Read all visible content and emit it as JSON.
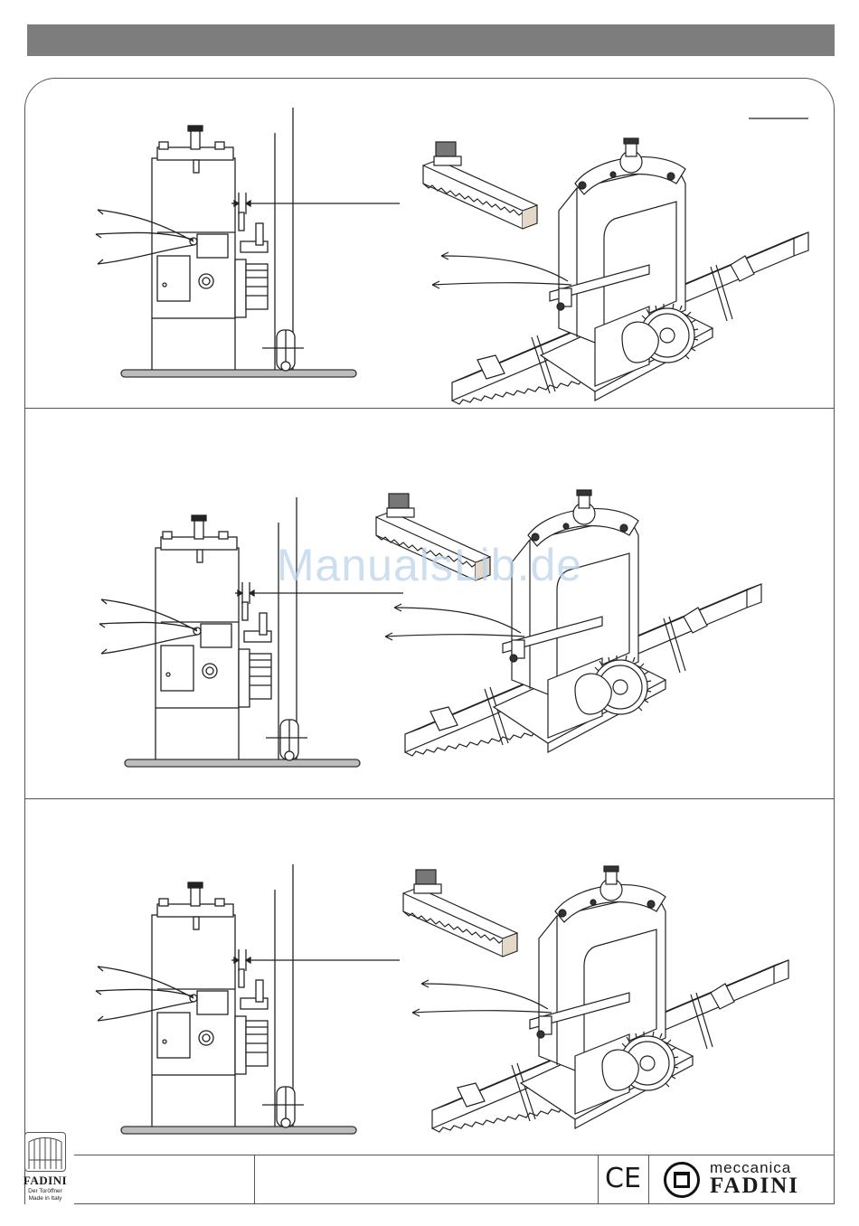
{
  "watermark": "ManualsLib.de",
  "footer": {
    "brand_name": "FADINI",
    "brand_tagline": "Der Toröffner",
    "brand_origin": "Made in Italy",
    "ce_mark": "CE",
    "logo_top": "meccanica",
    "logo_bottom": "FADINI"
  }
}
